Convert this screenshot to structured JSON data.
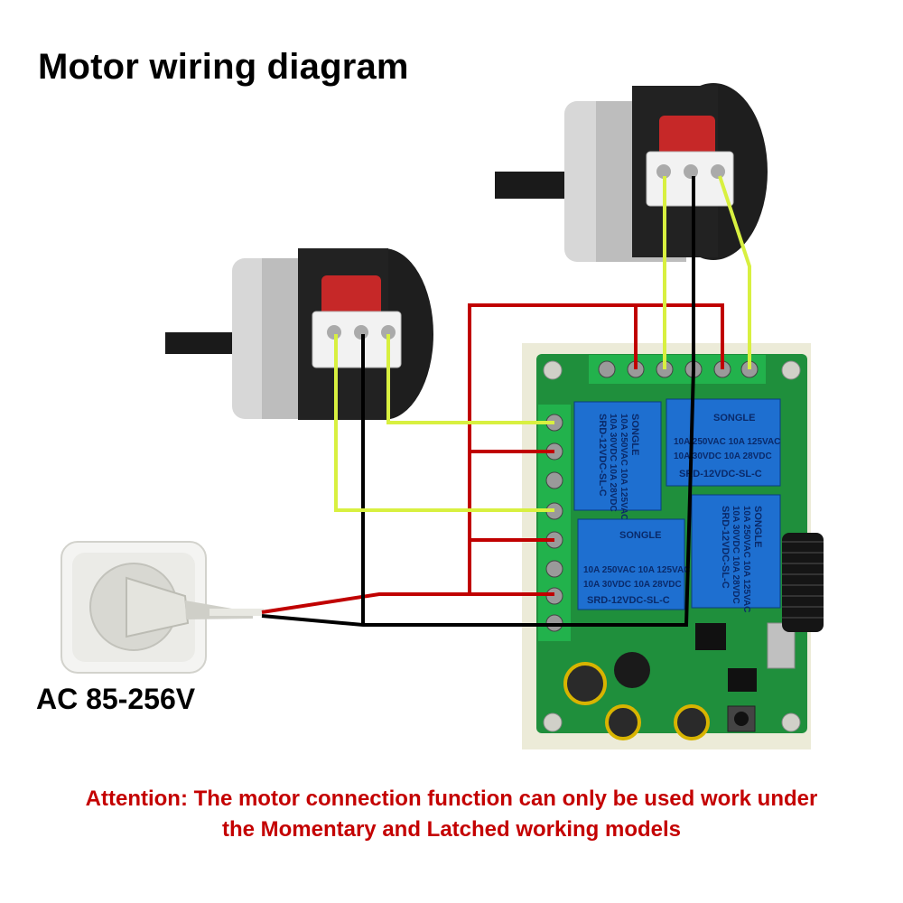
{
  "title": "Motor wiring diagram",
  "power_label": "AC 85-256V",
  "attention": {
    "line1": "Attention: The motor connection function can only be used  work under",
    "line2": "the Momentary and Latched working models"
  },
  "relay": {
    "brand": "SONGLE",
    "model": "SRD-12VDC-SL-C",
    "rating1": "10A 250VAC  10A 125VAC",
    "rating2": "10A 30VDC  10A 28VDC"
  },
  "colors": {
    "live_wire": "#c00000",
    "neutral_wire": "#000000",
    "motor_wire": "#d8f040",
    "board": "#1f8f3c",
    "terminal": "#22b24c",
    "relay": "#1e6fd0"
  }
}
